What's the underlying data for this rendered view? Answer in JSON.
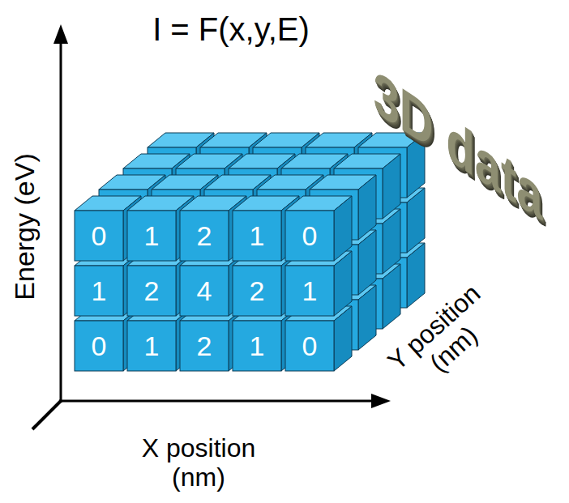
{
  "diagram": {
    "title": "I = F(x,y,E)",
    "labels": [
      "3D data",
      "Energy (eV)",
      "0",
      "1",
      "2",
      "1",
      "0",
      "1",
      "2",
      "4",
      "2",
      "1",
      "0",
      "1",
      "2",
      "1",
      "0",
      "Y position (nm)",
      "X position (nm)"
    ]
  }
}
